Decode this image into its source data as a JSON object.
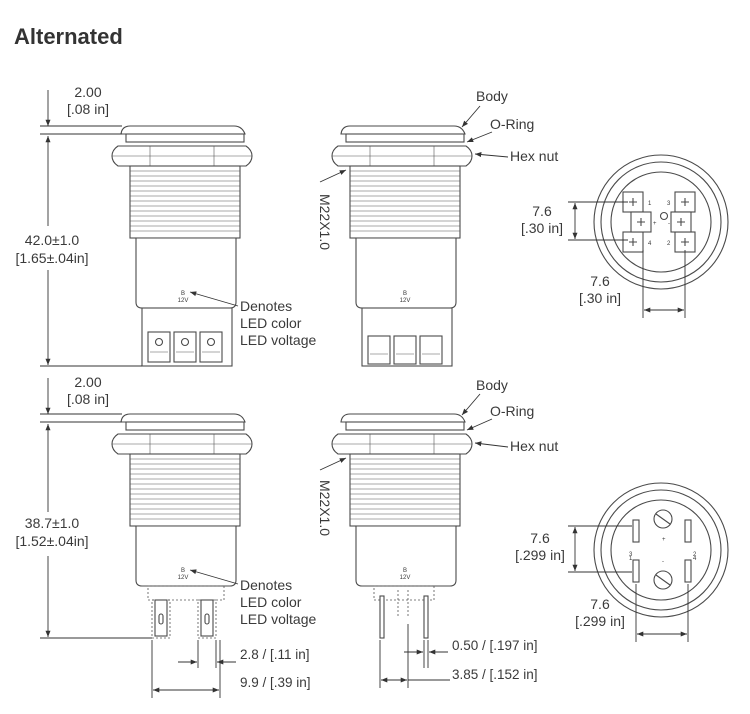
{
  "title": "Alternated",
  "top": {
    "cap_dim": "2.00",
    "cap_dim_in": "[.08 in]",
    "height_dim": "42.0±1.0",
    "height_dim_in": "[1.65±.04in]",
    "led_code": "B",
    "led_volt": "12V",
    "thread": "M22X1.0",
    "labels": {
      "body": "Body",
      "oring": "O-Ring",
      "hexnut": "Hex nut"
    },
    "denotes": [
      "Denotes",
      "LED color",
      "LED voltage"
    ],
    "view_v": "7.6",
    "view_v_in": "[.30 in]",
    "view_h": "7.6",
    "view_h_in": "[.30 in]",
    "terminals": [
      "1",
      "3",
      "2",
      "4"
    ],
    "terminal_symbols": [
      "+",
      "-"
    ]
  },
  "bottom": {
    "cap_dim": "2.00",
    "cap_dim_in": "[.08 in]",
    "height_dim": "38.7±1.0",
    "height_dim_in": "[1.52±.04in]",
    "led_code": "B",
    "led_volt": "12V",
    "thread": "M22X1.0",
    "labels": {
      "body": "Body",
      "oring": "O-Ring",
      "hexnut": "Hex nut"
    },
    "denotes": [
      "Denotes",
      "LED color",
      "LED voltage"
    ],
    "view_v": "7.6",
    "view_v_in": "[.299 in]",
    "view_h": "7.6",
    "view_h_in": "[.299 in]",
    "terminals": [
      "3",
      "1",
      "2",
      "4"
    ],
    "terminal_symbols": [
      "+",
      "-"
    ],
    "pin_w": "2.8 / [.11 in]",
    "pin_span": "9.9 / [.39 in]",
    "pin_t": "0.50 / [.197 in]",
    "pin_depth": "3.85 / [.152 in]"
  }
}
